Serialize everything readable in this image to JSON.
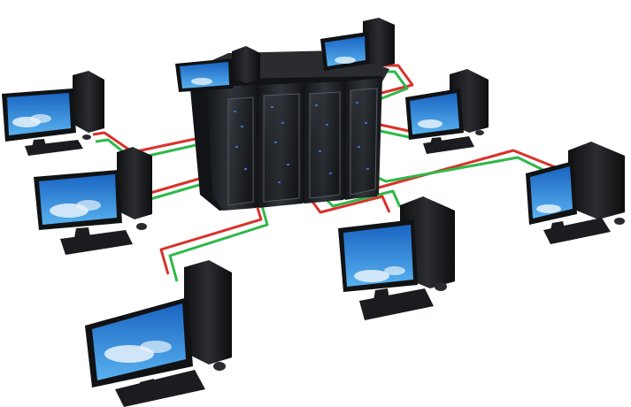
{
  "scene": {
    "subject": "network-diagram",
    "colors": {
      "background": "#ffffff",
      "cable_red": "#d9322b",
      "cable_green": "#2fb84a",
      "server_body": "#1d1f22",
      "server_face": "#2a2d31",
      "server_light": "#3c6fc8",
      "computer_body": "#1b1c1f",
      "screen_sky": "#2a86d8",
      "screen_cloud": "#e7f2fb"
    },
    "server_rack": {
      "units": 4,
      "icon": "server-rack-icon"
    },
    "workstations": [
      {
        "id": "ws-left-top",
        "icon": "desktop-computer-icon"
      },
      {
        "id": "ws-left-mid",
        "icon": "desktop-computer-icon"
      },
      {
        "id": "ws-bottom-left",
        "icon": "desktop-computer-icon"
      },
      {
        "id": "ws-top-center",
        "icon": "desktop-computer-icon"
      },
      {
        "id": "ws-top-right",
        "icon": "desktop-computer-icon"
      },
      {
        "id": "ws-right-top",
        "icon": "desktop-computer-icon"
      },
      {
        "id": "ws-right-far",
        "icon": "desktop-computer-icon"
      },
      {
        "id": "ws-bottom-center",
        "icon": "desktop-computer-icon"
      }
    ]
  }
}
